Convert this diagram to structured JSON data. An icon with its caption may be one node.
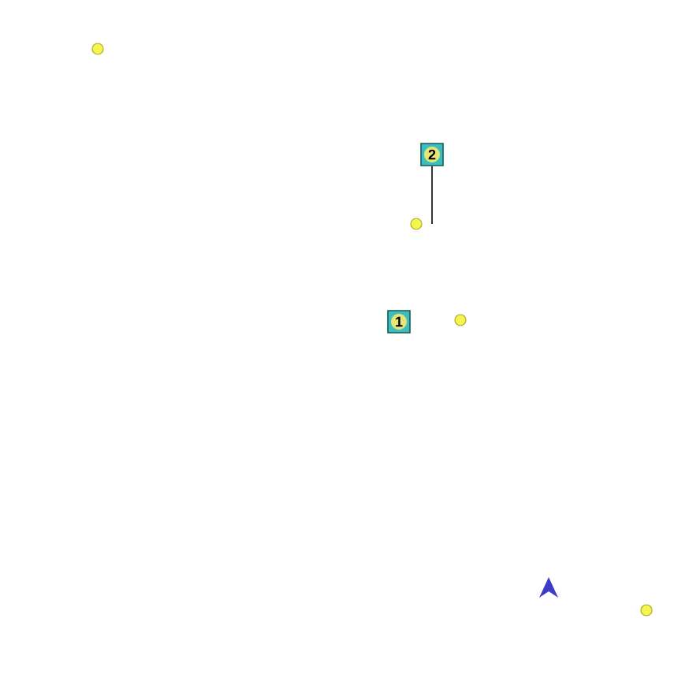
{
  "diagram": {
    "nodes": [
      {
        "text": [],
        "shape": "circle"
      },
      {
        "text": [
          "2"
        ]
      },
      {
        "text": [],
        "shape": "circle"
      },
      {
        "text": [
          "1"
        ]
      },
      {
        "text": [],
        "shape": "circle"
      },
      {
        "text": [],
        "shape": "circle"
      }
    ],
    "edges": [
      {
        "from": 1,
        "to": 2,
        "arrow": "none"
      }
    ]
  }
}
